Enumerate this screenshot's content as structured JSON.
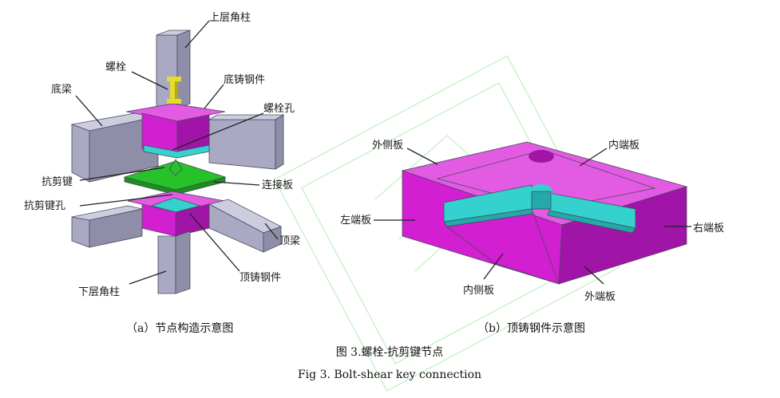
{
  "colors": {
    "column_front": "#a9a9c3",
    "column_side": "#8e8ea8",
    "column_top": "#cdcde0",
    "magenta": "#d11fd1",
    "magenta_dark": "#a014a8",
    "magenta_light": "#e35ae3",
    "cyan": "#35d1cf",
    "cyan_dark": "#22a9a8",
    "green": "#27c22a",
    "green_dark": "#1a8f1c",
    "bolt": "#e6dc2a",
    "bolt_dark": "#b3a916",
    "watermark": "#9be79b"
  },
  "panel_a": {
    "labels": {
      "upper_corner_column": "上层角柱",
      "bolt": "螺栓",
      "bottom_beam": "底梁",
      "bottom_cast_steel": "底铸钢件",
      "bolt_hole": "螺栓孔",
      "shear_key": "抗剪键",
      "connecting_plate": "连接板",
      "shear_key_hole": "抗剪键孔",
      "top_beam": "顶梁",
      "top_cast_steel": "顶铸钢件",
      "lower_corner_column": "下层角柱"
    },
    "caption": "（a）节点构造示意图"
  },
  "panel_b": {
    "labels": {
      "outer_side_plate": "外侧板",
      "inner_end_plate": "内端板",
      "left_end_plate": "左端板",
      "right_end_plate": "右端板",
      "inner_side_plate": "内侧板",
      "outer_end_plate": "外端板"
    },
    "caption": "（b）顶铸钢件示意图"
  },
  "figure": {
    "title_cn": "图 3.螺栓-抗剪键节点",
    "title_en": "Fig 3. Bolt-shear key connection"
  }
}
